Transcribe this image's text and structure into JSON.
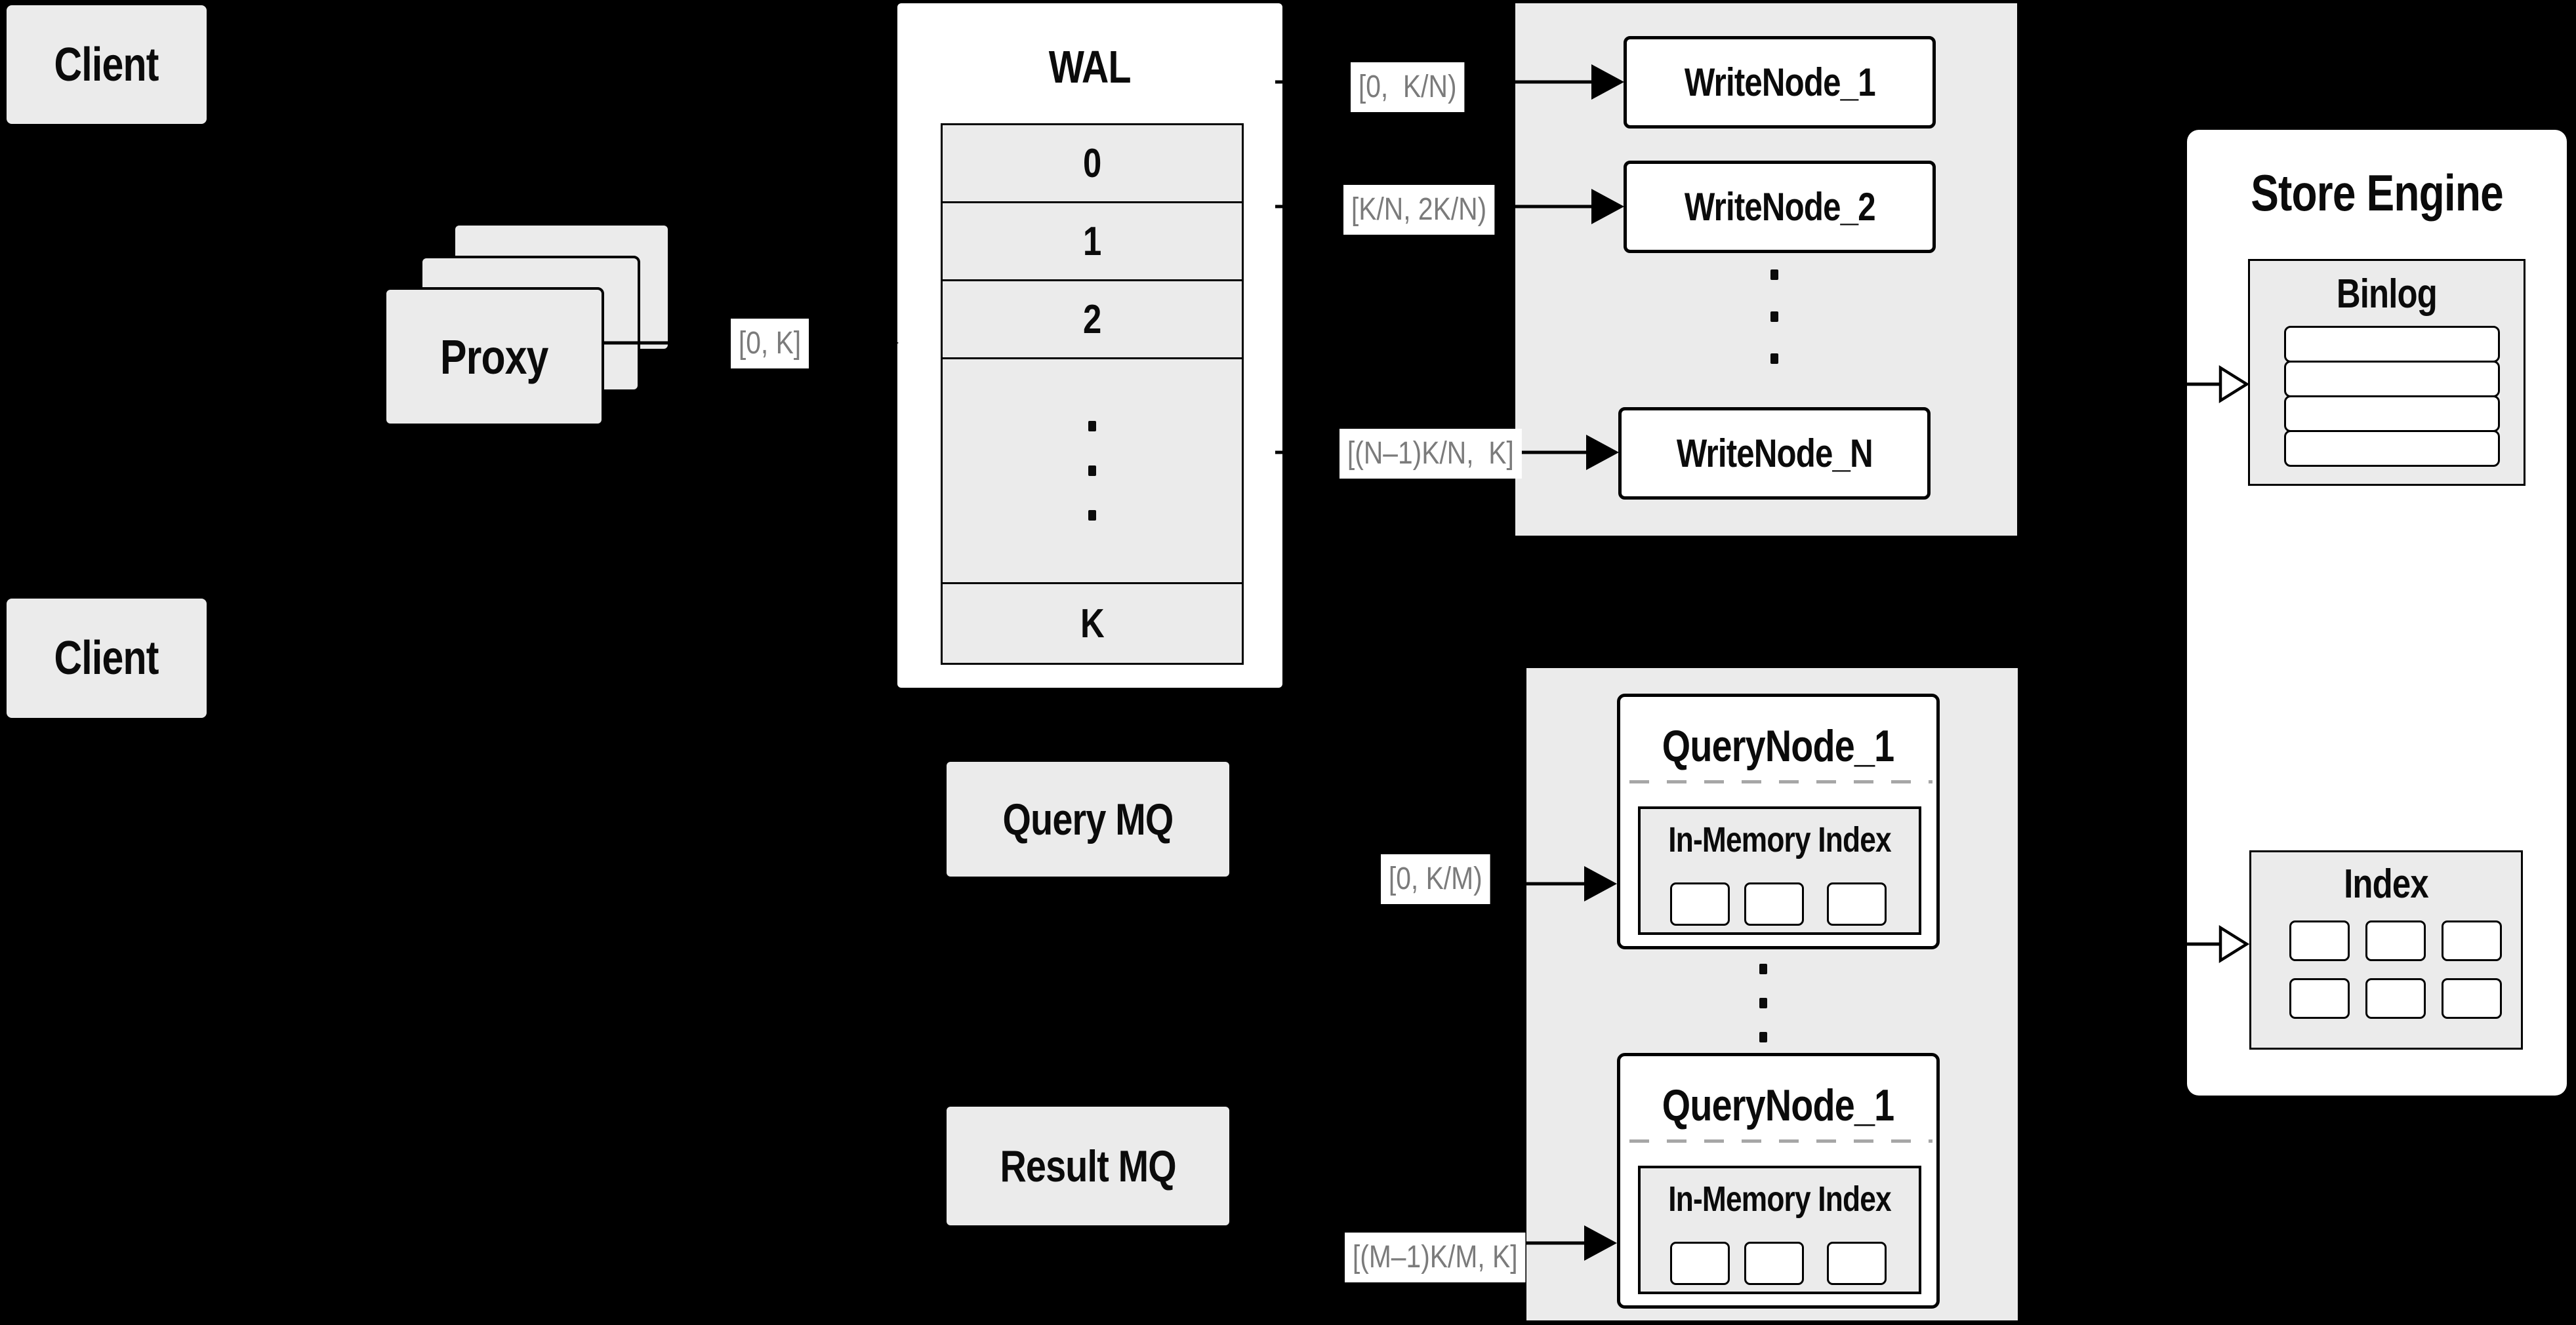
{
  "diagram": {
    "clients": {
      "top": "Client",
      "bottom": "Client"
    },
    "proxy": {
      "label": "Proxy"
    },
    "wal": {
      "title": "WAL",
      "segments": {
        "s0": "0",
        "s1": "1",
        "s2": "2",
        "sk": "K"
      }
    },
    "write_group": {
      "node1": "WriteNode_1",
      "node2": "WriteNode_2",
      "nodeN": "WriteNode_N"
    },
    "mq": {
      "query": "Query MQ",
      "result": "Result MQ"
    },
    "query_group": {
      "top": {
        "title": "QueryNode_1",
        "index_title": "In-Memory Index"
      },
      "bottom": {
        "title": "QueryNode_1",
        "index_title": "In-Memory Index"
      }
    },
    "store_engine": {
      "title": "Store Engine",
      "binlog_title": "Binlog",
      "index_title": "Index"
    },
    "range_labels": {
      "proxy_out": "[0, K]",
      "write_1": "[0,  K/N)",
      "write_2": "[K/N, 2K/N)",
      "write_n": "[(N–1)K/N,  K]",
      "query_top": "[0, K/M)",
      "query_bottom": "[(M–1)K/M, K]"
    },
    "colors": {
      "background": "#000000",
      "node_fill": "#ebebeb",
      "card_fill": "#ffffff",
      "stroke": "#000000",
      "label_text": "#7b7b7b",
      "dashed_divider": "#a6a6a6"
    }
  }
}
